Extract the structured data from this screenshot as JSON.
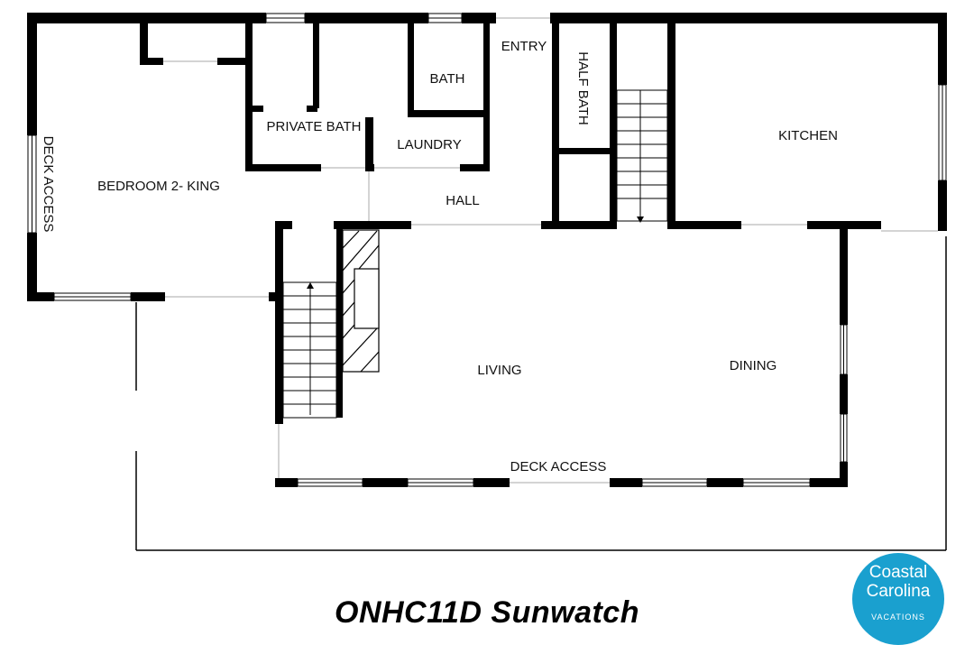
{
  "plan": {
    "rooms": {
      "entry": "ENTRY",
      "bath": "BATH",
      "half_bath": "HALF BATH",
      "private_bath": "PRIVATE BATH",
      "laundry": "LAUNDRY",
      "kitchen": "KITCHEN",
      "deck_access_left": "DECK ACCESS",
      "bedroom": "BEDROOM 2- KING",
      "hall": "HALL",
      "living": "LIVING",
      "dining": "DINING",
      "deck_access_bottom": "DECK ACCESS"
    },
    "title": "ONHC11D Sunwatch"
  },
  "logo": {
    "line1": "Coastal",
    "line2": "Carolina",
    "line3": "VACATIONS",
    "color": "#1aa0cf"
  },
  "colors": {
    "wall": "#000000",
    "background": "#ffffff"
  }
}
